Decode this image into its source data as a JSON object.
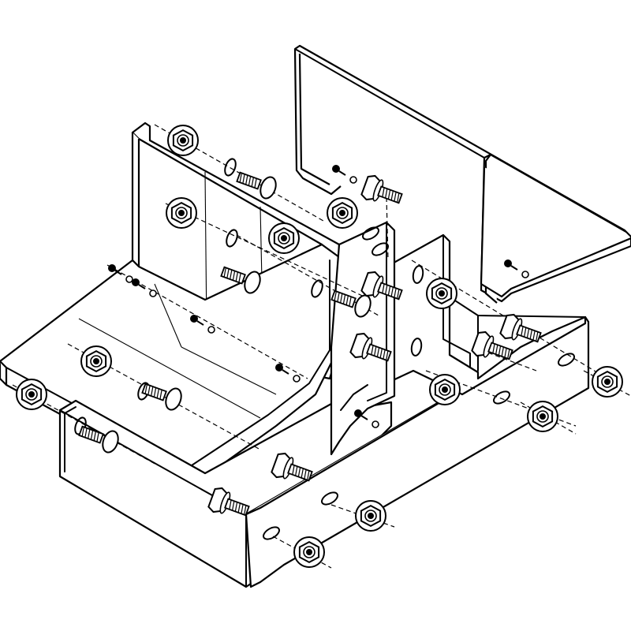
{
  "diagram": {
    "style": "isometric exploded line drawing",
    "subject": "tray",
    "colors": {
      "line": "#000000",
      "paper": "#ffffff"
    },
    "parts": [
      {
        "id": "back-cover-plate",
        "kind": "cover-plate"
      },
      {
        "id": "left-vertical-panel",
        "kind": "bend-panel"
      },
      {
        "id": "horizontal-bend-tray",
        "kind": "bend-tray"
      },
      {
        "id": "front-straight-channel",
        "kind": "channel"
      },
      {
        "id": "right-straight-channel",
        "kind": "channel"
      },
      {
        "id": "middle-side-plate",
        "kind": "side-plate"
      },
      {
        "id": "center-splice-post",
        "kind": "splice-post"
      }
    ],
    "fastener_types": [
      "hex-flange-nut",
      "carriage-bolt",
      "round-head-bolt",
      "screw"
    ],
    "fastener_count": 31
  }
}
